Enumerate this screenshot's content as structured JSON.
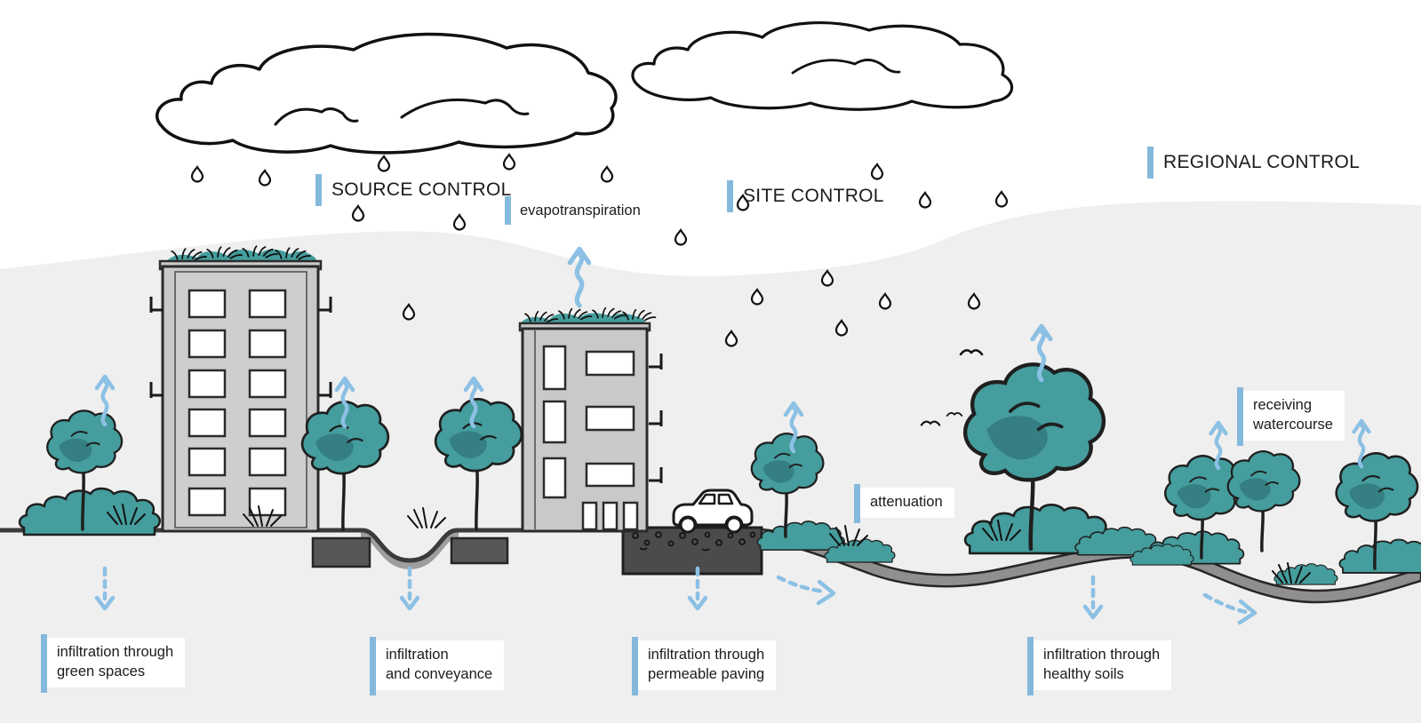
{
  "diagram_title": "SuDS stormwater management cross-section",
  "labels": {
    "source_control": "SOURCE CONTROL",
    "site_control": "SITE CONTROL",
    "regional_control": "REGIONAL CONTROL",
    "evapotranspiration": "evapotranspiration",
    "attenuation": "attenuation",
    "receiving_watercourse": {
      "line1": "receiving",
      "line2": "watercourse"
    },
    "infiltration_green": {
      "line1": "infiltration through",
      "line2": "green spaces"
    },
    "infiltration_conveyance": {
      "line1": "infiltration",
      "line2": "and conveyance"
    },
    "infiltration_paving": {
      "line1": "infiltration through",
      "line2": "permeable paving"
    },
    "infiltration_soils": {
      "line1": "infiltration through",
      "line2": "healthy soils"
    }
  },
  "colors": {
    "accent_blue": "#85b9dc",
    "arrow_blue": "#8cc0e4",
    "tree_teal": "#459d9d",
    "tree_teal_shade": "#357e81",
    "building_gray": "#c9c9c9",
    "hill_gray": "#efefef",
    "terrain_band_gray": "#8f8f8f",
    "ground_dark": "#3b3b3b",
    "outline_black": "#1f1f1f",
    "label_box_white": "#ffffff"
  }
}
